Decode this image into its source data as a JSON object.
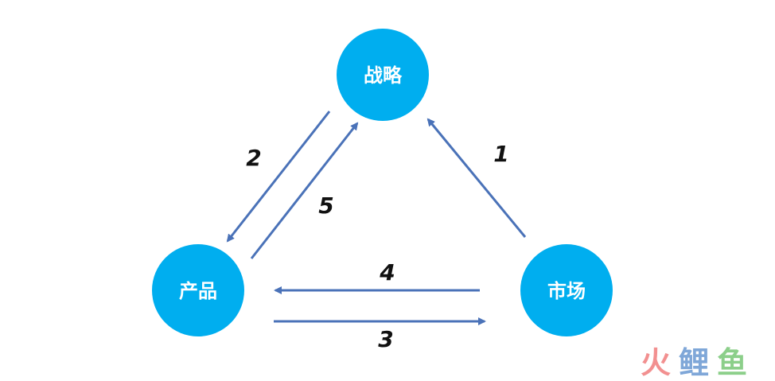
{
  "colors": {
    "node_fill": "#00aeef",
    "arrow": "#4a72b8",
    "step_text": "#111111",
    "node_text": "#ffffff"
  },
  "nodes": {
    "strategy": "战略",
    "product": "产品",
    "market": "市场"
  },
  "steps": {
    "one": "1",
    "two": "2",
    "three": "3",
    "four": "4",
    "five": "5"
  },
  "watermark": {
    "chars": [
      "火",
      "鲤",
      "鱼"
    ],
    "colors": [
      "#f29090",
      "#7fa7d8",
      "#8ccf8a"
    ]
  }
}
